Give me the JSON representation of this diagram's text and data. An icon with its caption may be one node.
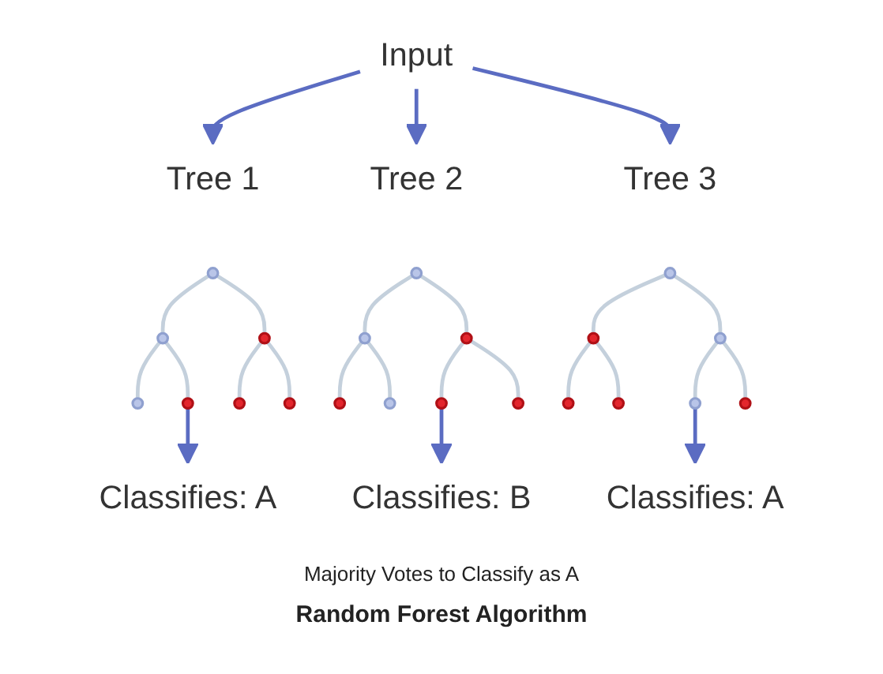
{
  "diagram": {
    "title": "Random Forest Algorithm",
    "nodes": [
      {
        "text": [
          "Input"
        ]
      },
      {
        "text": [
          "Tree 1"
        ]
      },
      {
        "text": [],
        "shape": "circle"
      },
      {
        "text": [],
        "shape": "circle"
      },
      {
        "text": [],
        "shape": "circle"
      },
      {
        "text": [],
        "shape": "circle"
      },
      {
        "text": [],
        "shape": "circle"
      },
      {
        "text": [],
        "shape": "circle"
      },
      {
        "text": [],
        "shape": "circle"
      },
      {
        "text": [
          "Classifies: A"
        ]
      },
      {
        "text": [
          "Tree 2"
        ]
      },
      {
        "text": [],
        "shape": "circle"
      },
      {
        "text": [],
        "shape": "circle"
      },
      {
        "text": [],
        "shape": "circle"
      },
      {
        "text": [],
        "shape": "circle"
      },
      {
        "text": [],
        "shape": "circle"
      },
      {
        "text": [],
        "shape": "circle"
      },
      {
        "text": [],
        "shape": "circle"
      },
      {
        "text": [
          "Classifies: B"
        ]
      },
      {
        "text": [
          "Tree 3"
        ]
      },
      {
        "text": [],
        "shape": "circle"
      },
      {
        "text": [],
        "shape": "circle"
      },
      {
        "text": [],
        "shape": "circle"
      },
      {
        "text": [],
        "shape": "circle"
      },
      {
        "text": [],
        "shape": "circle"
      },
      {
        "text": [],
        "shape": "circle"
      },
      {
        "text": [],
        "shape": "circle"
      },
      {
        "text": [
          "Classifies: A"
        ]
      }
    ],
    "edges": [
      {
        "from": 0,
        "to": 1,
        "arrow": "to",
        "color": "#5b6cc2"
      },
      {
        "from": 0,
        "to": 10,
        "arrow": "to",
        "color": "#5b6cc2"
      },
      {
        "from": 0,
        "to": 19,
        "arrow": "to",
        "color": "#5b6cc2"
      },
      {
        "from": 2,
        "to": 3,
        "arrow": "none"
      },
      {
        "from": 2,
        "to": 4,
        "arrow": "none"
      },
      {
        "from": 3,
        "to": 5,
        "arrow": "none"
      },
      {
        "from": 3,
        "to": 6,
        "arrow": "none"
      },
      {
        "from": 4,
        "to": 7,
        "arrow": "none"
      },
      {
        "from": 4,
        "to": 8,
        "arrow": "none"
      },
      {
        "from": 6,
        "to": 9,
        "arrow": "to",
        "color": "#5b6cc2"
      },
      {
        "from": 11,
        "to": 12,
        "arrow": "none"
      },
      {
        "from": 11,
        "to": 13,
        "arrow": "none"
      },
      {
        "from": 12,
        "to": 14,
        "arrow": "none"
      },
      {
        "from": 12,
        "to": 15,
        "arrow": "none"
      },
      {
        "from": 13,
        "to": 16,
        "arrow": "none"
      },
      {
        "from": 13,
        "to": 17,
        "arrow": "none"
      },
      {
        "from": 16,
        "to": 18,
        "arrow": "to",
        "color": "#5b6cc2"
      },
      {
        "from": 20,
        "to": 21,
        "arrow": "none"
      },
      {
        "from": 20,
        "to": 22,
        "arrow": "none"
      },
      {
        "from": 21,
        "to": 23,
        "arrow": "none"
      },
      {
        "from": 21,
        "to": 24,
        "arrow": "none"
      },
      {
        "from": 22,
        "to": 25,
        "arrow": "none"
      },
      {
        "from": 22,
        "to": 26,
        "arrow": "none"
      },
      {
        "from": 25,
        "to": 27,
        "arrow": "to",
        "color": "#5b6cc2"
      }
    ],
    "labels": [
      "Majority Votes to Classify as A"
    ]
  }
}
